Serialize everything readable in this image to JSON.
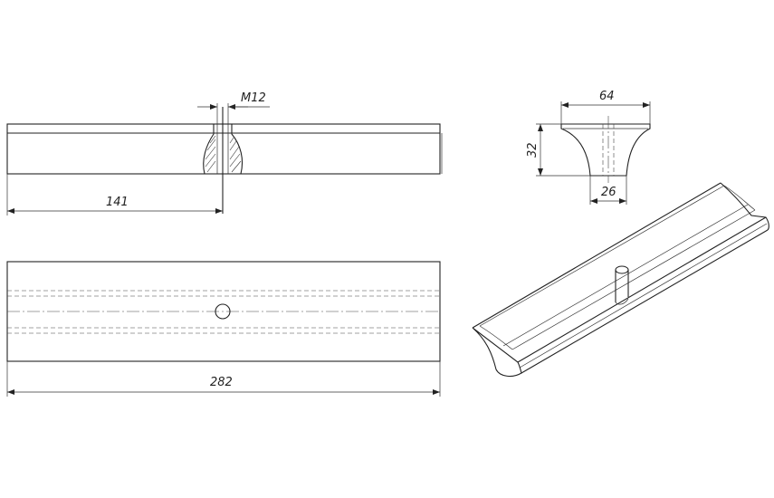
{
  "drawing": {
    "dimensions": {
      "thread": "M12",
      "half_length": "141",
      "total_length": "282",
      "width_top": "64",
      "height": "32",
      "width_base": "26"
    }
  }
}
